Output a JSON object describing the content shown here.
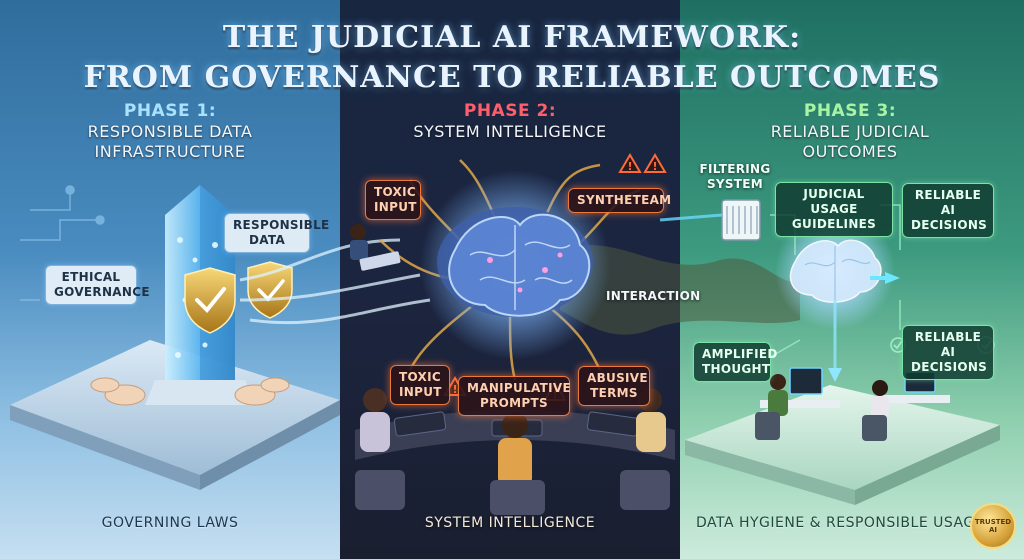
{
  "title": {
    "line1": "THE JUDICIAL AI FRAMEWORK:",
    "line2": "FROM GOVERNANCE TO RELIABLE OUTCOMES"
  },
  "phases": [
    {
      "number": "PHASE 1:",
      "name_line1": "RESPONSIBLE DATA",
      "name_line2": "INFRASTRUCTURE",
      "color": "#a9e1ff"
    },
    {
      "number": "PHASE 2:",
      "name_line1": "SYSTEM INTELLIGENCE",
      "name_line2": "",
      "color": "#ff5e6d"
    },
    {
      "number": "PHASE 3:",
      "name_line1": "RELIABLE JUDICIAL",
      "name_line2": "OUTCOMES",
      "color": "#a7f5a4"
    }
  ],
  "phase1_labels": {
    "responsible_data_1": "RESPONSIBLE",
    "responsible_data_2": "DATA",
    "ethical_governance_1": "ETHICAL",
    "ethical_governance_2": "GOVERNANCE"
  },
  "phase2_labels": {
    "toxic_input_top_1": "TOXIC",
    "toxic_input_top_2": "INPUT",
    "syntheteam": "SYNTHETEAM",
    "interaction": "INTERACTION",
    "toxic_input_bottom_1": "TOXIC",
    "toxic_input_bottom_2": "INPUT",
    "manipulative_prompts_1": "MANIPULATIVE",
    "manipulative_prompts_2": "PROMPTS",
    "abusive_terms_1": "ABUSIVE",
    "abusive_terms_2": "TERMS"
  },
  "phase3_labels": {
    "filtering_system_1": "FILTERING",
    "filtering_system_2": "SYSTEM",
    "judicial_usage_1": "JUDICIAL USAGE",
    "judicial_usage_2": "GUIDELINES",
    "reliable_top_1": "RELIABLE AI",
    "reliable_top_2": "DECISIONS",
    "reliable_bottom_1": "RELIABLE AI",
    "reliable_bottom_2": "DECISIONS",
    "amplified_1": "AMPLIFIED",
    "amplified_2": "THOUGHT"
  },
  "captions": {
    "phase1": "GOVERNING LAWS",
    "phase2": "SYSTEM INTELLIGENCE",
    "phase3": "DATA HYGIENE & RESPONSIBLE USAGE"
  },
  "seal": {
    "line1": "TRUSTED",
    "line2": "AI"
  },
  "colors": {
    "phase1_bg": "#4a8cc0",
    "phase2_bg": "#1c2540",
    "phase3_bg": "#3d9a7f",
    "warning": "#e97a3c",
    "brain_glow": "#7fb8ff"
  },
  "icons": [
    "shield-check-icon",
    "warning-triangle-icon",
    "brain-icon",
    "filter-icon",
    "arrow-right-icon",
    "checkmark-icon"
  ]
}
